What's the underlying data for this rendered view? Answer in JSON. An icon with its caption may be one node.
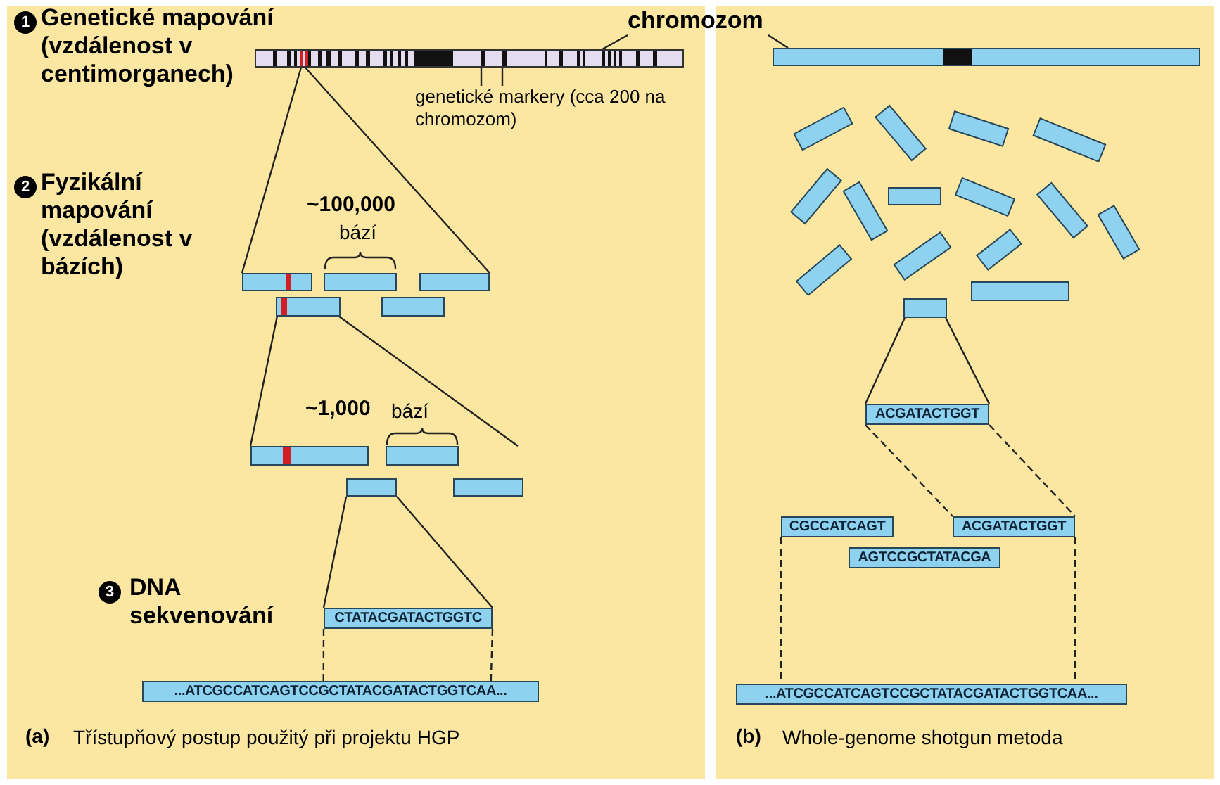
{
  "diagram": {
    "nodes": [
      {
        "text": [
          "chromozom"
        ]
      },
      {
        "text": [],
        "shape": "bar"
      },
      {
        "text": [],
        "shape": "bar"
      },
      {
        "text": [
          "genetické markery (cca 200 na chromozom)"
        ]
      },
      {
        "text": [],
        "shape": "bar",
        "in": 1
      },
      {
        "text": [],
        "shape": "bar",
        "in": 1
      },
      {
        "text": [],
        "shape": "bar"
      },
      {
        "text": [],
        "shape": "bar"
      },
      {
        "text": [],
        "shape": "bar"
      },
      {
        "text": [],
        "shape": "bar"
      },
      {
        "text": [],
        "shape": "bar"
      },
      {
        "text": [],
        "shape": "bar"
      },
      {
        "text": [],
        "shape": "bar"
      },
      {
        "text": [],
        "shape": "bar"
      },
      {
        "text": [],
        "shape": "bar"
      },
      {
        "text": [
          "CTATACGATACTGGTC"
        ]
      },
      {
        "text": [
          "...ATCGCCATCAGTCCGCTATACGATACTGGTCAA..."
        ]
      },
      {
        "text": [],
        "shape": "bar"
      },
      {
        "text": [],
        "shape": "bar"
      },
      {
        "text": [],
        "shape": "bar"
      },
      {
        "text": [],
        "shape": "bar"
      },
      {
        "text": [],
        "shape": "bar"
      },
      {
        "text": [],
        "shape": "bar"
      },
      {
        "text": [],
        "shape": "bar"
      },
      {
        "text": [],
        "shape": "bar"
      },
      {
        "text": [],
        "shape": "bar"
      },
      {
        "text": [],
        "shape": "bar"
      },
      {
        "text": [],
        "shape": "bar"
      },
      {
        "text": [],
        "shape": "bar"
      },
      {
        "text": [],
        "shape": "bar"
      },
      {
        "text": [],
        "shape": "bar"
      },
      {
        "text": [],
        "shape": "bar"
      },
      {
        "text": [
          "ACGATACTGGT"
        ]
      },
      {
        "text": [
          "CGCCATCAGT"
        ]
      },
      {
        "text": [
          "ACGATACTGGT"
        ]
      },
      {
        "text": [
          "AGTCCGCTATACGA"
        ]
      },
      {
        "text": [
          "...ATCGCCATCAGTCCGCTATACGATACTGGTCAA..."
        ]
      }
    ],
    "edges": [
      {
        "from": 0,
        "to": 1,
        "arrow": "none"
      },
      {
        "from": 0,
        "to": 2,
        "arrow": "none"
      },
      {
        "from": 3,
        "to": 4,
        "arrow": "none"
      },
      {
        "from": 3,
        "to": 5,
        "arrow": "none"
      },
      {
        "from": 1,
        "to": 6,
        "arrow": "none"
      },
      {
        "from": 1,
        "to": 8,
        "arrow": "none"
      },
      {
        "from": 9,
        "to": 11,
        "arrow": "none"
      },
      {
        "from": 9,
        "to": null,
        "arrow": "none"
      },
      {
        "from": 13,
        "to": 15,
        "arrow": "none"
      },
      {
        "from": 13,
        "to": 15,
        "arrow": "none"
      },
      {
        "from": 15,
        "to": 16,
        "arrow": "none",
        "style": "dashed"
      },
      {
        "from": 15,
        "to": 16,
        "arrow": "none",
        "style": "dashed"
      },
      {
        "from": 31,
        "to": 32,
        "arrow": "none"
      },
      {
        "from": 31,
        "to": 32,
        "arrow": "none"
      },
      {
        "from": 32,
        "to": 34,
        "arrow": "none",
        "style": "dashed"
      },
      {
        "from": 32,
        "to": 34,
        "arrow": "none",
        "style": "dashed"
      },
      {
        "from": 33,
        "to": 36,
        "arrow": "none",
        "style": "dashed"
      },
      {
        "from": 34,
        "to": 36,
        "arrow": "none",
        "style": "dashed"
      }
    ],
    "labels": [
      "1",
      "Genetické mapování (vzdálenost v centimorganech)",
      "2",
      "Fyzikální mapování (vzdálenost v bázích)",
      "~100,000",
      "bází",
      "~1,000",
      "bází",
      "3",
      "DNA sekvenování",
      "(a)",
      "Třístupňový postup použitý při projektu HGP",
      "(b)",
      "Whole-genome shotgun metoda"
    ]
  }
}
